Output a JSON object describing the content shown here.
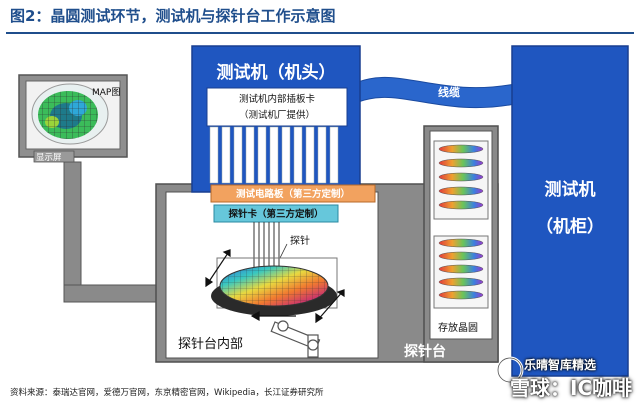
{
  "title": "图2：晶圆测试环节，测试机与探针台工作示意图",
  "test_head": {
    "title": "测试机（机头）",
    "board_line1": "测试机内部插板卡",
    "board_line2": "（测试机厂提供）"
  },
  "cable": "线缆",
  "cabinet": {
    "line1": "测试机",
    "line2": "（机柜）"
  },
  "display": {
    "map_label": "MAP图",
    "label": "显示屏"
  },
  "circuit_board": "测试电路板（第三方定制）",
  "probe_card": "探针卡（第三方定制）",
  "probe": "探针",
  "chuck_label": "探针台内部",
  "prober_label": "探针台",
  "storage_label": "存放晶圆",
  "source": "资料来源：泰瑞达官网，爱德万官网，东京精密官网，Wikipedia，长江证券研究所",
  "watermark": {
    "line1": "乐晴智库精选",
    "line2": "雪球：IC咖啡"
  },
  "colors": {
    "blue": "#1f56c0",
    "navy": "#1f4e8c",
    "grey": "#8a8a8a",
    "orange": "#f2a25f",
    "teal": "#66c7db"
  }
}
